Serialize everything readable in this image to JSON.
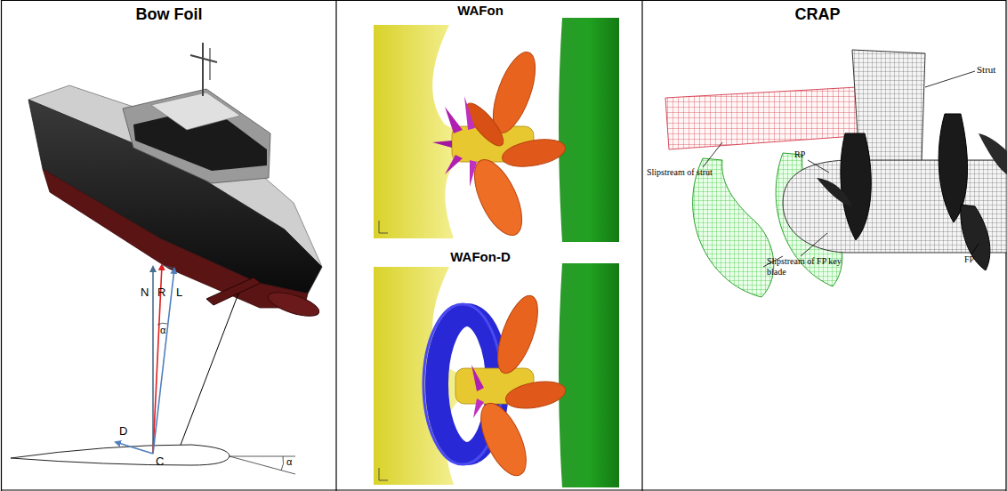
{
  "diagram": {
    "nodes": [
      {
        "text": [
          "Bow Foil"
        ]
      },
      {
        "text": [
          "WAFon"
        ]
      },
      {
        "text": [
          "WAFon-D"
        ]
      },
      {
        "text": [
          "CRAP"
        ]
      }
    ],
    "labels": [
      "N",
      "R",
      "L",
      "α",
      "D",
      "C",
      "α",
      "Strut",
      "Slipstream of strut",
      "RP",
      "Slipstream of FP key blade",
      "FP"
    ]
  }
}
